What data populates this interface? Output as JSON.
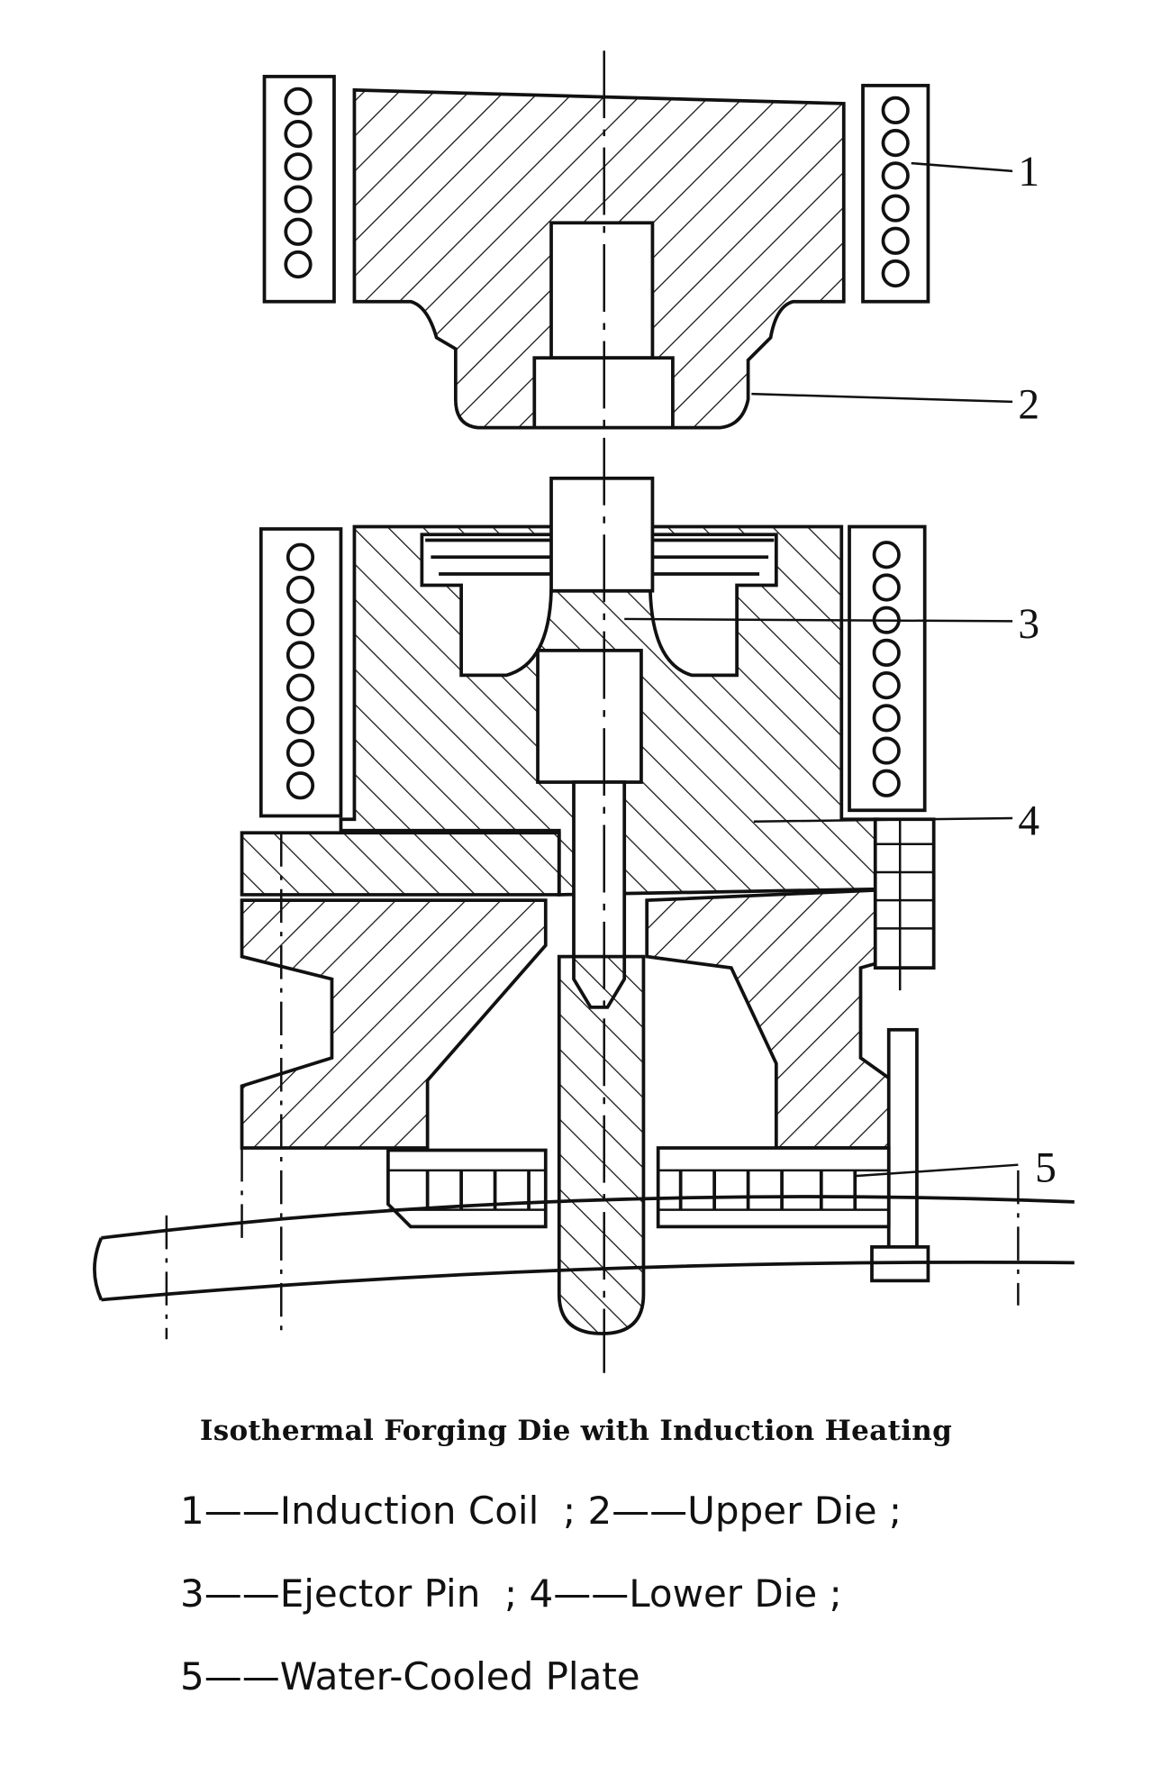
{
  "diagram": {
    "callouts": [
      "1",
      "2",
      "3",
      "4",
      "5"
    ]
  },
  "caption": {
    "title": "Isothermal Forging Die with Induction Heating",
    "legend_lines": [
      "1——Induction Coil  ; 2——Upper Die ;",
      "3——Ejector Pin  ; 4——Lower Die ;",
      "5——Water-Cooled Plate"
    ]
  },
  "colors": {
    "ink": "#111111",
    "background": "#ffffff"
  }
}
